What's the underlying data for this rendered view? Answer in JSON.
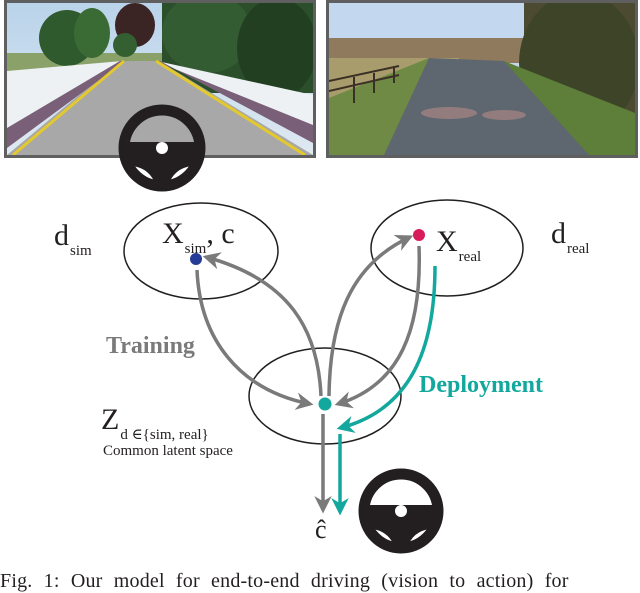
{
  "images": {
    "sim": {
      "label": "Simulated driving scene (road with yellow lane lines, trees, snowy verges)"
    },
    "real": {
      "label": "Real driving scene (country road, fence, trees)"
    }
  },
  "domains": {
    "sim": {
      "d_main": "d",
      "d_sub": "sim",
      "x_main": "X",
      "x_sub": "sim",
      "x_suffix": ", c",
      "dot_color": "#263c96"
    },
    "real": {
      "d_main": "d",
      "d_sub": "real",
      "x_main": "X",
      "x_sub": "real",
      "dot_color": "#d81b5a"
    }
  },
  "latent": {
    "z_main": "Z",
    "z_sub": "d ∈{sim, real}",
    "description": "Common latent space",
    "dot_color": "#13a89e"
  },
  "output": {
    "symbol": "ĉ"
  },
  "phases": {
    "training": {
      "label": "Training",
      "color": "#7a7a7a"
    },
    "deployment": {
      "label": "Deployment",
      "color": "#13a89e"
    }
  },
  "icons": {
    "top_wheel": "steering-wheel-icon",
    "bottom_wheel": "steering-wheel-icon"
  },
  "caption": "Fig. 1: Our model for end-to-end driving (vision to action) for"
}
